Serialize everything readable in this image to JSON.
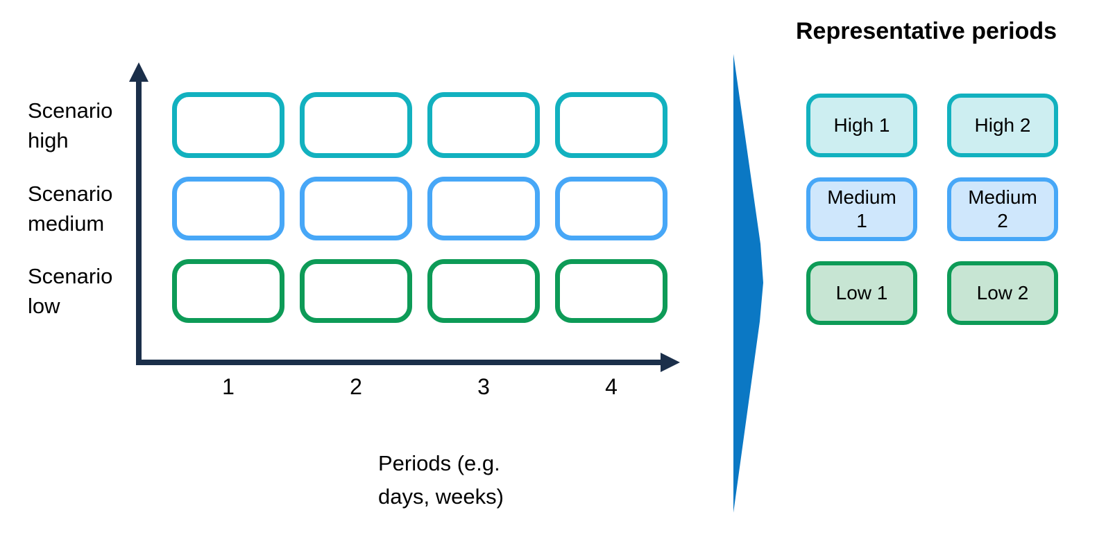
{
  "colors": {
    "axis": "#1b2f4a",
    "flow_arrow": "#0b78c4",
    "teal_border": "#12b1bf",
    "teal_fill": "#cdeef1",
    "blue_border": "#47a7f7",
    "blue_fill": "#cfe7fc",
    "green_border": "#0d9b57",
    "green_fill": "#c7e5d3",
    "text": "#000000"
  },
  "left_chart": {
    "scenarios": [
      {
        "line1": "Scenario",
        "line2": "high",
        "level": "high"
      },
      {
        "line1": "Scenario",
        "line2": "medium",
        "level": "medium"
      },
      {
        "line1": "Scenario",
        "line2": "low",
        "level": "low"
      }
    ],
    "x_ticks": [
      "1",
      "2",
      "3",
      "4"
    ],
    "caption_line1": "Periods (e.g.",
    "caption_line2": "days, weeks)"
  },
  "right_panel": {
    "title": "Representative periods",
    "boxes": [
      {
        "label": "High 1",
        "level": "high"
      },
      {
        "label": "High 2",
        "level": "high"
      },
      {
        "label": "Medium\n1",
        "level": "medium"
      },
      {
        "label": "Medium\n2",
        "level": "medium"
      },
      {
        "label": "Low 1",
        "level": "low"
      },
      {
        "label": "Low 2",
        "level": "low"
      }
    ]
  }
}
